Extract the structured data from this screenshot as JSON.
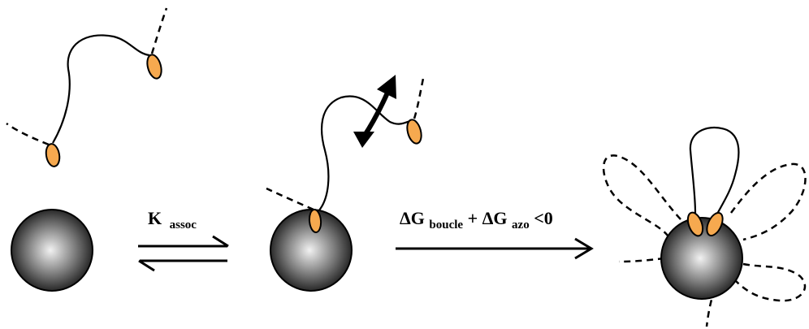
{
  "colors": {
    "bead_light": "#f2f2f2",
    "bead_dark": "#141414",
    "azo_fill": "#f6a94f",
    "stroke": "#000000"
  },
  "labels": {
    "k_assoc": {
      "main": "K",
      "sub": "assoc"
    },
    "energy": {
      "delta1": "ΔG",
      "sub1": "boucle",
      "plus": " + ",
      "delta2": "ΔG",
      "sub2": "azo",
      "tail": "<0"
    }
  },
  "icons": {
    "equilibrium": "equilibrium-arrows-icon",
    "reaction": "reaction-arrow-icon",
    "motion": "curved-double-arrow-icon"
  }
}
